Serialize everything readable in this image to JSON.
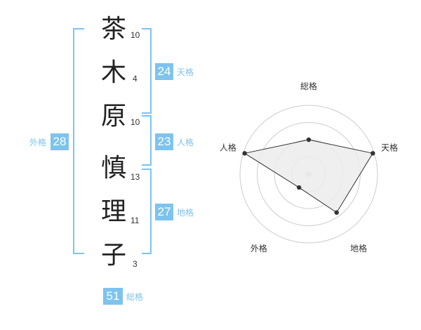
{
  "name_chars": [
    "茶",
    "木",
    "原",
    "慎",
    "理",
    "子"
  ],
  "stroke_counts": [
    "10",
    "4",
    "10",
    "13",
    "11",
    "3"
  ],
  "fortunes": {
    "tenkaku": {
      "value": "24",
      "label": "天格"
    },
    "jinkaku": {
      "value": "23",
      "label": "人格"
    },
    "chikaku": {
      "value": "27",
      "label": "地格"
    },
    "gaikaku": {
      "value": "28",
      "label": "外格"
    },
    "soukaku": {
      "value": "51",
      "label": "総格"
    }
  },
  "colors": {
    "accent": "#7ec3ee",
    "text": "#222222",
    "polygon_fill": "#ececec",
    "grid": "#cccccc"
  },
  "chart_data": {
    "type": "radar",
    "axes": [
      "総格",
      "天格",
      "地格",
      "外格",
      "人格"
    ],
    "values": [
      0.5,
      0.98,
      0.69,
      0.24,
      0.98
    ],
    "rmax": 1,
    "rings": 4
  }
}
